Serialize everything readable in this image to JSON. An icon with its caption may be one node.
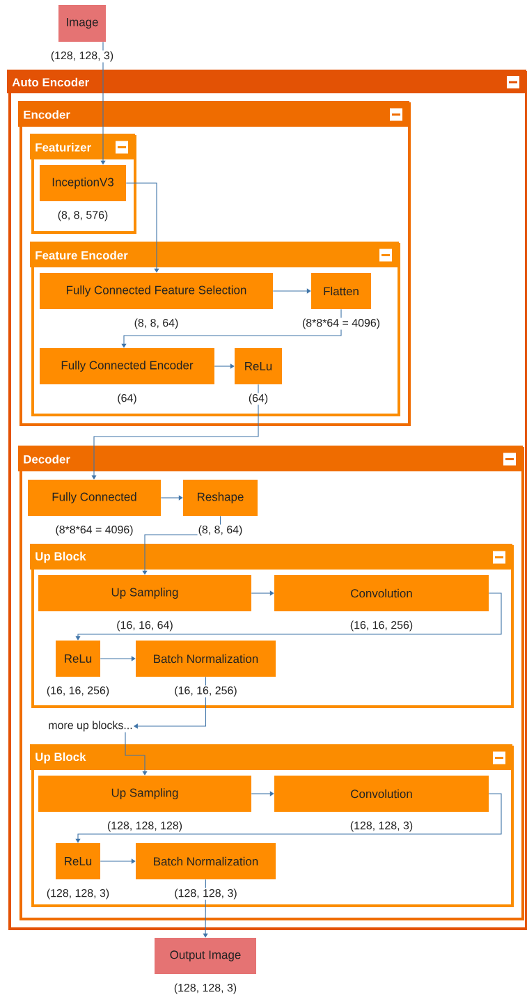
{
  "diagram": {
    "nodes": [
      {
        "text": [
          "Image"
        ],
        "beside": [
          "(128, 128, 3)"
        ]
      },
      {
        "text": [
          "Auto Encoder"
        ]
      },
      {
        "text": [
          "Encoder"
        ],
        "in": 1
      },
      {
        "text": [
          "Featurizer"
        ],
        "in": 2
      },
      {
        "text": [
          "InceptionV3"
        ],
        "in": 3,
        "beside": [
          "(8, 8, 576)"
        ]
      },
      {
        "text": [
          "Feature Encoder"
        ],
        "in": 2
      },
      {
        "text": [
          "Fully Connected Feature Selection"
        ],
        "in": 5,
        "beside": [
          "(8, 8, 64)"
        ]
      },
      {
        "text": [
          "Flatten"
        ],
        "in": 5,
        "beside": [
          "(8*8*64 = 4096)"
        ]
      },
      {
        "text": [
          "Fully Connected Encoder"
        ],
        "in": 5,
        "beside": [
          "(64)"
        ]
      },
      {
        "text": [
          "ReLu"
        ],
        "in": 5,
        "beside": [
          "(64)"
        ]
      },
      {
        "text": [
          "Decoder"
        ],
        "in": 1
      },
      {
        "text": [
          "Fully Connected"
        ],
        "in": 10,
        "beside": [
          "(8*8*64 = 4096)"
        ]
      },
      {
        "text": [
          "Reshape"
        ],
        "in": 10,
        "beside": [
          "(8, 8, 64)"
        ]
      },
      {
        "text": [
          "Up Block"
        ],
        "in": 10
      },
      {
        "text": [
          "Up Sampling"
        ],
        "in": 13,
        "beside": [
          "(16, 16, 64)"
        ]
      },
      {
        "text": [
          "Convolution"
        ],
        "in": 13,
        "beside": [
          "(16, 16, 256)"
        ]
      },
      {
        "text": [
          "ReLu"
        ],
        "in": 13,
        "beside": [
          "(16, 16, 256)"
        ]
      },
      {
        "text": [
          "Batch Normalization"
        ],
        "in": 13,
        "beside": [
          "(16, 16, 256)"
        ]
      },
      {
        "text": [
          "more up blocks..."
        ],
        "in": 10
      },
      {
        "text": [
          "Up Block"
        ],
        "in": 10
      },
      {
        "text": [
          "Up Sampling"
        ],
        "in": 19,
        "beside": [
          "(128, 128, 128)"
        ]
      },
      {
        "text": [
          "Convolution"
        ],
        "in": 19,
        "beside": [
          "(128, 128, 3)"
        ]
      },
      {
        "text": [
          "ReLu"
        ],
        "in": 19,
        "beside": [
          "(128, 128, 3)"
        ]
      },
      {
        "text": [
          "Batch Normalization"
        ],
        "in": 19,
        "beside": [
          "(128, 128, 3)"
        ]
      },
      {
        "text": [
          "Output Image"
        ],
        "beside": [
          "(128, 128, 3)"
        ]
      }
    ],
    "edges": [
      {
        "from": 0,
        "to": 4,
        "arrow": "to"
      },
      {
        "from": 4,
        "to": 6,
        "arrow": "to"
      },
      {
        "from": 6,
        "to": 7,
        "arrow": "to"
      },
      {
        "from": 7,
        "to": 8,
        "arrow": "to"
      },
      {
        "from": 8,
        "to": 9,
        "arrow": "to"
      },
      {
        "from": 9,
        "to": 11,
        "arrow": "to"
      },
      {
        "from": 11,
        "to": 12,
        "arrow": "to"
      },
      {
        "from": 12,
        "to": 14,
        "arrow": "to"
      },
      {
        "from": 14,
        "to": 15,
        "arrow": "to"
      },
      {
        "from": 15,
        "to": 16,
        "arrow": "to"
      },
      {
        "from": 16,
        "to": 17,
        "arrow": "to"
      },
      {
        "from": 17,
        "to": 18,
        "arrow": "to"
      },
      {
        "from": 18,
        "to": 20,
        "arrow": "to"
      },
      {
        "from": 20,
        "to": 21,
        "arrow": "to"
      },
      {
        "from": 21,
        "to": 22,
        "arrow": "to"
      },
      {
        "from": 22,
        "to": 23,
        "arrow": "to"
      },
      {
        "from": 23,
        "to": 24,
        "arrow": "to"
      }
    ]
  }
}
